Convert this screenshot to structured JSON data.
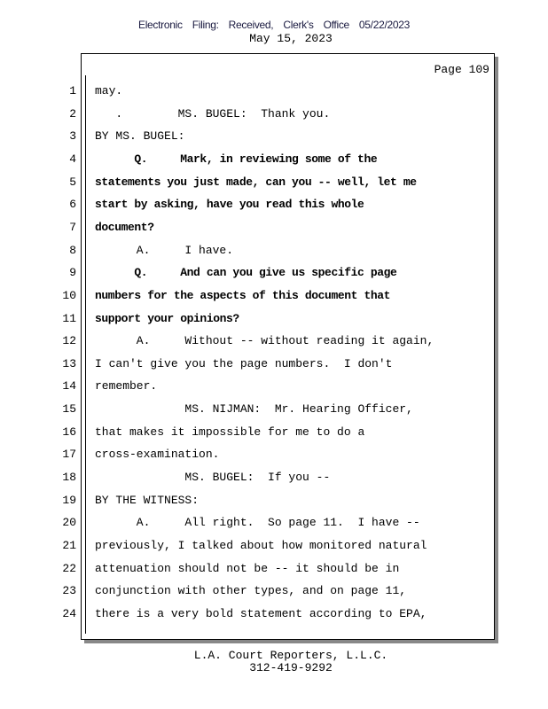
{
  "header": {
    "filing_stamp": "Electronic Filing: Received, Clerk's Office 05/22/2023",
    "date": "May 15, 2023"
  },
  "page_label": "Page 109",
  "lines": [
    {
      "n": "1",
      "t": "may.",
      "b": false
    },
    {
      "n": "2",
      "t": "   .        MS. BUGEL:  Thank you.",
      "b": false
    },
    {
      "n": "3",
      "t": "BY MS. BUGEL:",
      "b": false
    },
    {
      "n": "4",
      "t": "      Q.     Mark, in reviewing some of the",
      "b": true
    },
    {
      "n": "5",
      "t": "statements you just made, can you -- well, let me",
      "b": true
    },
    {
      "n": "6",
      "t": "start by asking, have you read this whole",
      "b": true
    },
    {
      "n": "7",
      "t": "document?",
      "b": true
    },
    {
      "n": "8",
      "t": "      A.     I have.",
      "b": false
    },
    {
      "n": "9",
      "t": "      Q.     And can you give us specific page",
      "b": true
    },
    {
      "n": "10",
      "t": "numbers for the aspects of this document that",
      "b": true
    },
    {
      "n": "11",
      "t": "support your opinions?",
      "b": true
    },
    {
      "n": "12",
      "t": "      A.     Without -- without reading it again,",
      "b": false
    },
    {
      "n": "13",
      "t": "I can't give you the page numbers.  I don't",
      "b": false
    },
    {
      "n": "14",
      "t": "remember.",
      "b": false
    },
    {
      "n": "15",
      "t": "             MS. NIJMAN:  Mr. Hearing Officer,",
      "b": false
    },
    {
      "n": "16",
      "t": "that makes it impossible for me to do a",
      "b": false
    },
    {
      "n": "17",
      "t": "cross-examination.",
      "b": false
    },
    {
      "n": "18",
      "t": "             MS. BUGEL:  If you --",
      "b": false
    },
    {
      "n": "19",
      "t": "BY THE WITNESS:",
      "b": false
    },
    {
      "n": "20",
      "t": "      A.     All right.  So page 11.  I have --",
      "b": false
    },
    {
      "n": "21",
      "t": "previously, I talked about how monitored natural",
      "b": false
    },
    {
      "n": "22",
      "t": "attenuation should not be -- it should be in",
      "b": false
    },
    {
      "n": "23",
      "t": "conjunction with other types, and on page 11,",
      "b": false
    },
    {
      "n": "24",
      "t": "there is a very bold statement according to EPA,",
      "b": false
    }
  ],
  "footer": {
    "company": "L.A. Court Reporters, L.L.C.",
    "phone": "312-419-9292"
  }
}
